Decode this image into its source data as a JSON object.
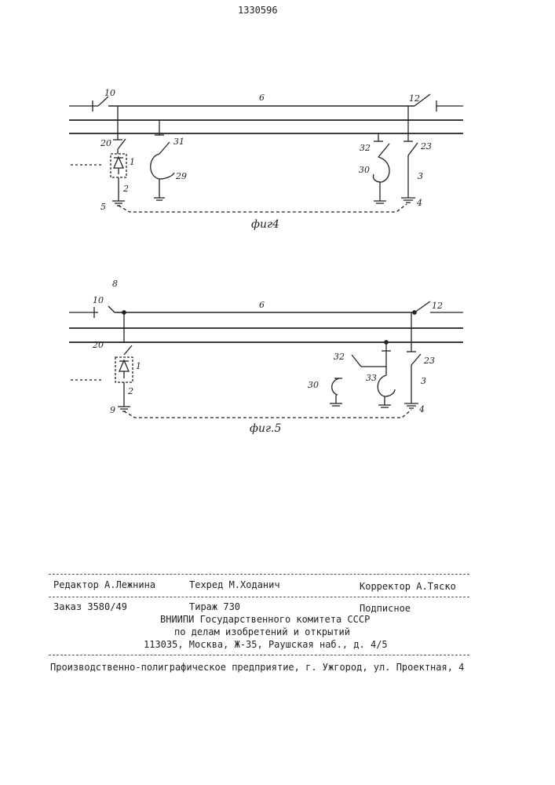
{
  "patent_number": "1330596",
  "figures": {
    "fig4": {
      "caption": "фиг4",
      "labels": {
        "l10": "10",
        "l6": "6",
        "l12": "12",
        "l20": "20",
        "l31": "31",
        "l1": "1",
        "l2": "2",
        "l29": "29",
        "l32": "32",
        "l23": "23",
        "l30": "30",
        "l3": "3",
        "l5": "5",
        "l4": "4"
      }
    },
    "fig5": {
      "caption": "фиг.5",
      "labels": {
        "l8": "8",
        "l10": "10",
        "l6": "6",
        "l12": "12",
        "l20": "20",
        "l1": "1",
        "l2": "2",
        "l32": "32",
        "l23": "23",
        "l30": "30",
        "l33": "33",
        "l3": "3",
        "l9": "9",
        "l4": "4"
      }
    }
  },
  "footer": {
    "editor": "Редактор А.Лежнина",
    "techred": "Техред М.Ходанич",
    "corrector": "Корректор А.Тяско",
    "order": "Заказ 3580/49",
    "circulation": "Тираж 730",
    "subscription": "Подписное",
    "org_line1": "ВНИИПИ Государственного комитета СССР",
    "org_line2": "по делам изобретений и открытий",
    "org_address": "113035, Москва, Ж-35, Раушская наб., д. 4/5",
    "printer": "Производственно-полиграфическое предприятие, г. Ужгород, ул. Проектная, 4"
  }
}
